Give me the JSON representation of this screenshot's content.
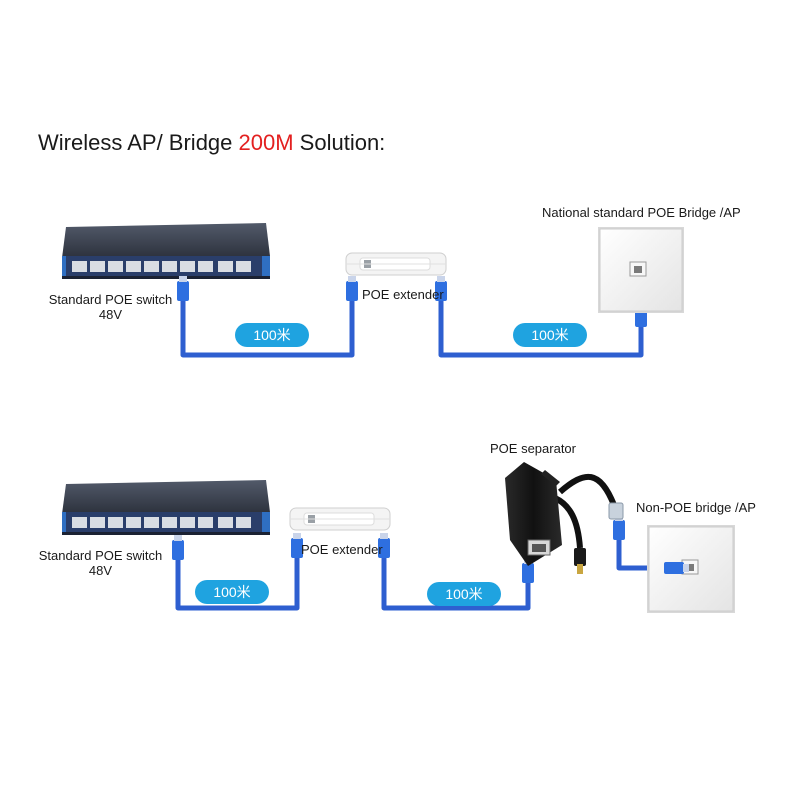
{
  "title": {
    "prefix": "Wireless AP/ Bridge ",
    "accent": "200M",
    "suffix": " Solution:",
    "accent_color": "#e32020"
  },
  "colors": {
    "cable": "#2e5fd0",
    "badge": "#1fa3e0",
    "switch_body": "#3b4150",
    "switch_strip": "#2f6fc2"
  },
  "row1": {
    "switch_label": "Standard POE switch",
    "switch_voltage": "48V",
    "extender_label": "POE extender",
    "device_label": "National standard POE Bridge /AP",
    "distance_1": "100米",
    "distance_2": "100米"
  },
  "row2": {
    "switch_label": "Standard POE switch",
    "switch_voltage": "48V",
    "extender_label": "POE extender",
    "separator_label": "POE separator",
    "device_label": "Non-POE bridge /AP",
    "distance_1": "100米",
    "distance_2": "100米"
  }
}
